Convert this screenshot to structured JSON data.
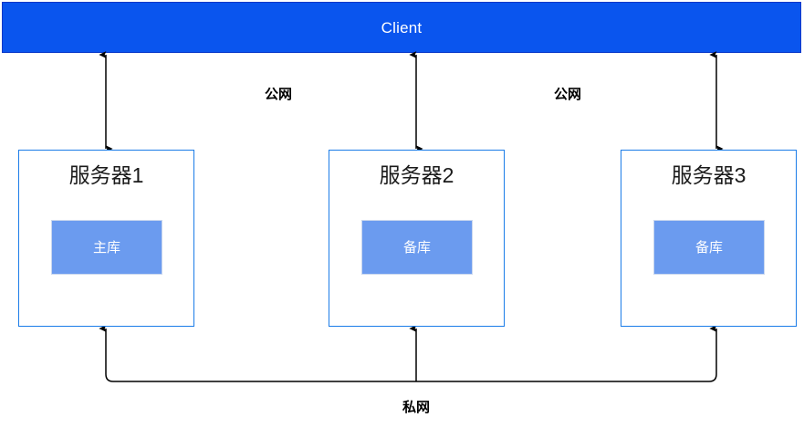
{
  "diagram": {
    "title_text": "Client",
    "client": {
      "label": "Client",
      "color": "#0A55EE",
      "text_color": "#FFFFFF"
    },
    "servers": [
      {
        "name": "服务器1",
        "db_label": "主库",
        "db_color": "#6B9BEF"
      },
      {
        "name": "服务器2",
        "db_label": "备库",
        "db_color": "#6B9BEF"
      },
      {
        "name": "服务器3",
        "db_label": "备库",
        "db_color": "#6B9BEF"
      }
    ],
    "connections": {
      "public_network_label_1": "公网",
      "public_network_label_2": "公网",
      "private_network_label": "私网"
    },
    "colors": {
      "box_border": "#1B7CE8",
      "banner_fill": "#0A55EE",
      "db_fill": "#6B9BEF",
      "db_border": "#C9D7EE",
      "wire": "#000000"
    }
  }
}
